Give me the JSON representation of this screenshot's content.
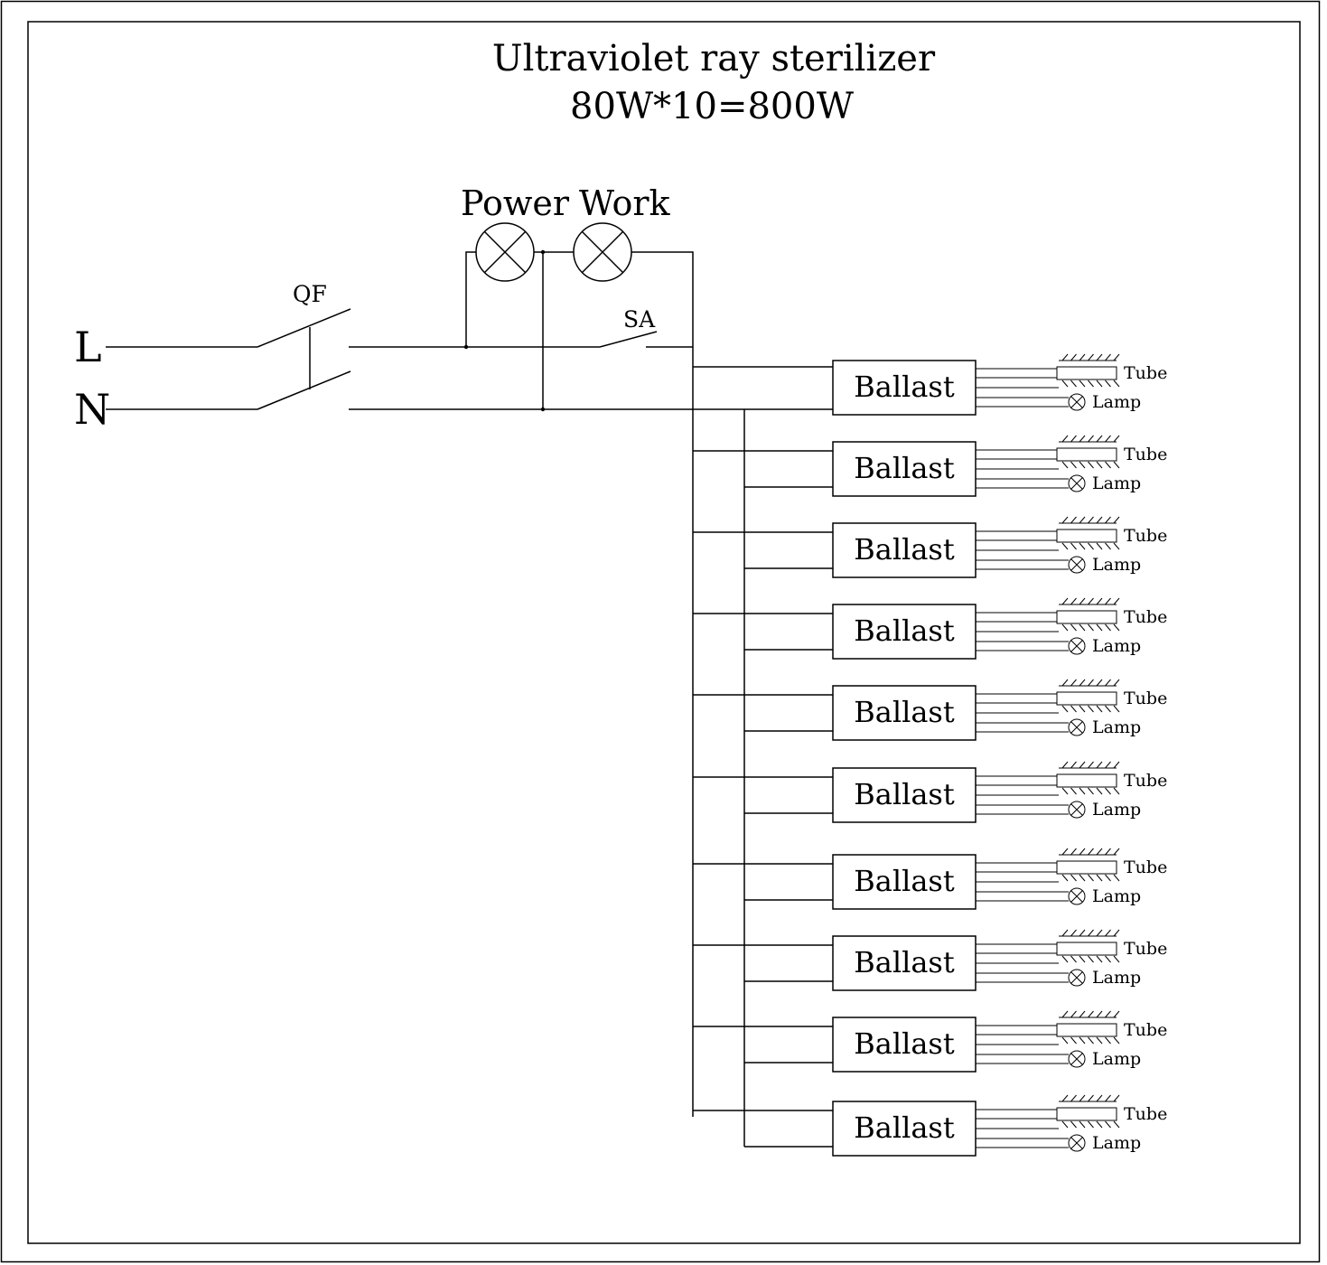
{
  "title": "Ultraviolet ray sterilizer",
  "subtitle": "80W*10=800W",
  "labels": {
    "line": "L",
    "neutral": "N",
    "breaker": "QF",
    "switch": "SA",
    "power_indicator": "Power",
    "work_indicator": "Work"
  },
  "units": [
    {
      "ballast": "Ballast",
      "tube": "Tube",
      "lamp": "Lamp"
    },
    {
      "ballast": "Ballast",
      "tube": "Tube",
      "lamp": "Lamp"
    },
    {
      "ballast": "Ballast",
      "tube": "Tube",
      "lamp": "Lamp"
    },
    {
      "ballast": "Ballast",
      "tube": "Tube",
      "lamp": "Lamp"
    },
    {
      "ballast": "Ballast",
      "tube": "Tube",
      "lamp": "Lamp"
    },
    {
      "ballast": "Ballast",
      "tube": "Tube",
      "lamp": "Lamp"
    },
    {
      "ballast": "Ballast",
      "tube": "Tube",
      "lamp": "Lamp"
    },
    {
      "ballast": "Ballast",
      "tube": "Tube",
      "lamp": "Lamp"
    },
    {
      "ballast": "Ballast",
      "tube": "Tube",
      "lamp": "Lamp"
    },
    {
      "ballast": "Ballast",
      "tube": "Tube",
      "lamp": "Lamp"
    }
  ]
}
